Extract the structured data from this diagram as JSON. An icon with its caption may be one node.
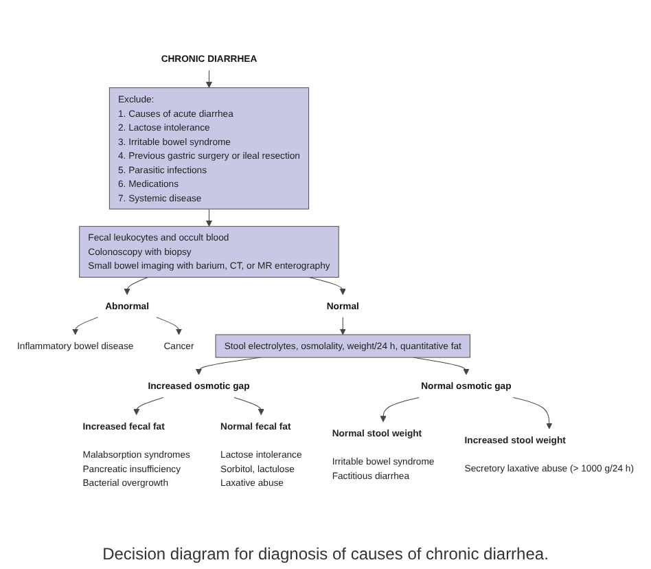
{
  "diagram": {
    "caption": "Decision diagram for diagnosis of causes of chronic diarrhea.",
    "nodes": [
      {
        "text": [
          "CHRONIC DIARRHEA"
        ]
      },
      {
        "text": [
          "Exclude:",
          "1. Causes of acute diarrhea",
          "2. Lactose intolerance",
          "3. Irritable bowel syndrome",
          "4. Previous gastric surgery or ileal resection",
          "5. Parasitic infections",
          "6. Medications",
          "7. Systemic disease"
        ]
      },
      {
        "text": [
          "Fecal leukocytes and occult blood",
          "Colonoscopy with biopsy",
          "Small bowel imaging with barium, CT, or MR enterography"
        ]
      },
      {
        "text": [
          "Abnormal"
        ]
      },
      {
        "text": [
          "Normal"
        ]
      },
      {
        "text": [
          "Inflammatory bowel disease"
        ]
      },
      {
        "text": [
          "Cancer"
        ]
      },
      {
        "text": [
          "Stool electrolytes, osmolality, weight/24 h, quantitative fat"
        ]
      },
      {
        "text": [
          "Increased osmotic gap"
        ]
      },
      {
        "text": [
          "Normal osmotic gap"
        ]
      },
      {
        "text": [
          "Increased fecal fat",
          "Malabsorption syndromes",
          "Pancreatic insufficiency",
          "Bacterial overgrowth"
        ]
      },
      {
        "text": [
          "Normal fecal fat",
          "Lactose intolerance",
          "Sorbitol, lactulose",
          "Laxative abuse"
        ]
      },
      {
        "text": [
          "Normal stool weight",
          "Irritable bowel syndrome",
          "Factitious diarrhea"
        ]
      },
      {
        "text": [
          "Increased stool weight",
          "Secretory laxative abuse (> 1000 g/24 h)"
        ]
      }
    ],
    "edges": [
      {
        "from": 0,
        "to": 1,
        "arrow": "to"
      },
      {
        "from": 1,
        "to": 2,
        "arrow": "to"
      },
      {
        "from": 2,
        "to": 3,
        "arrow": "to"
      },
      {
        "from": 2,
        "to": 4,
        "arrow": "to"
      },
      {
        "from": 3,
        "to": 5,
        "arrow": "to"
      },
      {
        "from": 3,
        "to": 6,
        "arrow": "to"
      },
      {
        "from": 4,
        "to": 7,
        "arrow": "to"
      },
      {
        "from": 7,
        "to": 8,
        "arrow": "to"
      },
      {
        "from": 7,
        "to": 9,
        "arrow": "to"
      },
      {
        "from": 8,
        "to": 10,
        "arrow": "to"
      },
      {
        "from": 8,
        "to": 11,
        "arrow": "to"
      },
      {
        "from": 9,
        "to": 12,
        "arrow": "to"
      },
      {
        "from": 9,
        "to": 13,
        "arrow": "to"
      }
    ]
  }
}
